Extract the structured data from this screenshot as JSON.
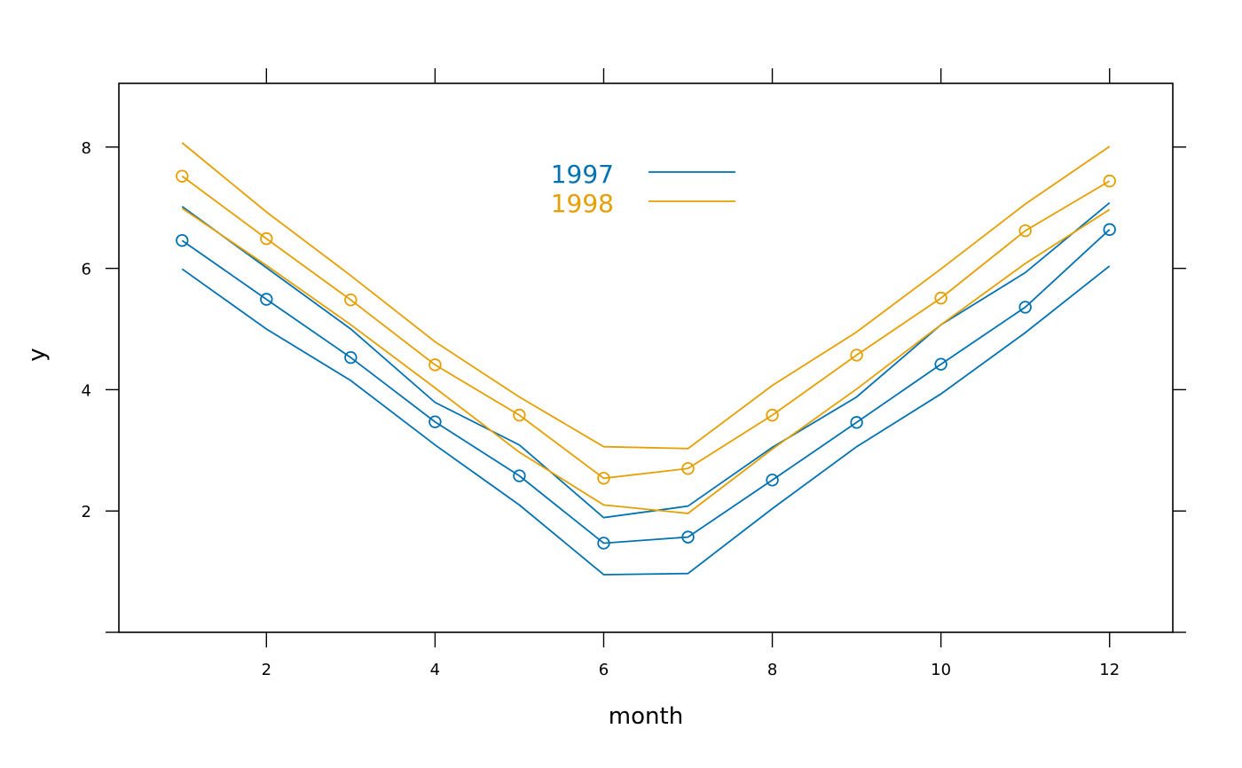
{
  "chart_data": {
    "type": "line",
    "title": "",
    "xlabel": "month",
    "ylabel": "y",
    "xlim": [
      0.25,
      12.75
    ],
    "ylim": [
      0,
      9.05
    ],
    "x_ticks": [
      2,
      4,
      6,
      8,
      10,
      12
    ],
    "x_tick_labels": [
      "2",
      "4",
      "6",
      "8",
      "10",
      "12"
    ],
    "y_ticks": [
      0,
      2,
      4,
      6,
      8
    ],
    "y_tick_labels": [
      "",
      "2",
      "4",
      "6",
      "8"
    ],
    "grid": false,
    "legend": {
      "placement": "top-center",
      "entries": [
        {
          "label": "1997",
          "color": "#0072B2"
        },
        {
          "label": "1998",
          "color": "#E69F00"
        }
      ]
    },
    "x": [
      1,
      2,
      3,
      4,
      5,
      6,
      7,
      8,
      9,
      10,
      11,
      12
    ],
    "series": [
      {
        "name": "1997",
        "color": "#0072B2",
        "values": [
          6.46,
          5.49,
          4.53,
          3.47,
          2.58,
          1.47,
          1.57,
          2.51,
          3.46,
          4.42,
          5.36,
          6.64
        ],
        "upper": [
          7.02,
          6.01,
          5.0,
          3.79,
          3.09,
          1.89,
          2.08,
          3.05,
          3.88,
          5.07,
          5.93,
          7.08
        ],
        "lower": [
          5.99,
          5.0,
          4.15,
          3.09,
          2.1,
          0.95,
          0.97,
          2.04,
          3.06,
          3.93,
          4.94,
          6.04
        ],
        "marker": "open-circle"
      },
      {
        "name": "1998",
        "color": "#E69F00",
        "values": [
          7.52,
          6.49,
          5.48,
          4.41,
          3.58,
          2.54,
          2.7,
          3.58,
          4.57,
          5.51,
          6.62,
          7.44
        ],
        "upper": [
          8.07,
          6.93,
          5.88,
          4.79,
          3.88,
          3.06,
          3.03,
          4.07,
          4.95,
          5.99,
          7.06,
          8.01
        ],
        "lower": [
          6.99,
          6.05,
          5.07,
          4.03,
          2.97,
          2.1,
          1.96,
          3.02,
          4.01,
          5.07,
          6.08,
          6.97
        ],
        "marker": "open-circle"
      }
    ]
  }
}
